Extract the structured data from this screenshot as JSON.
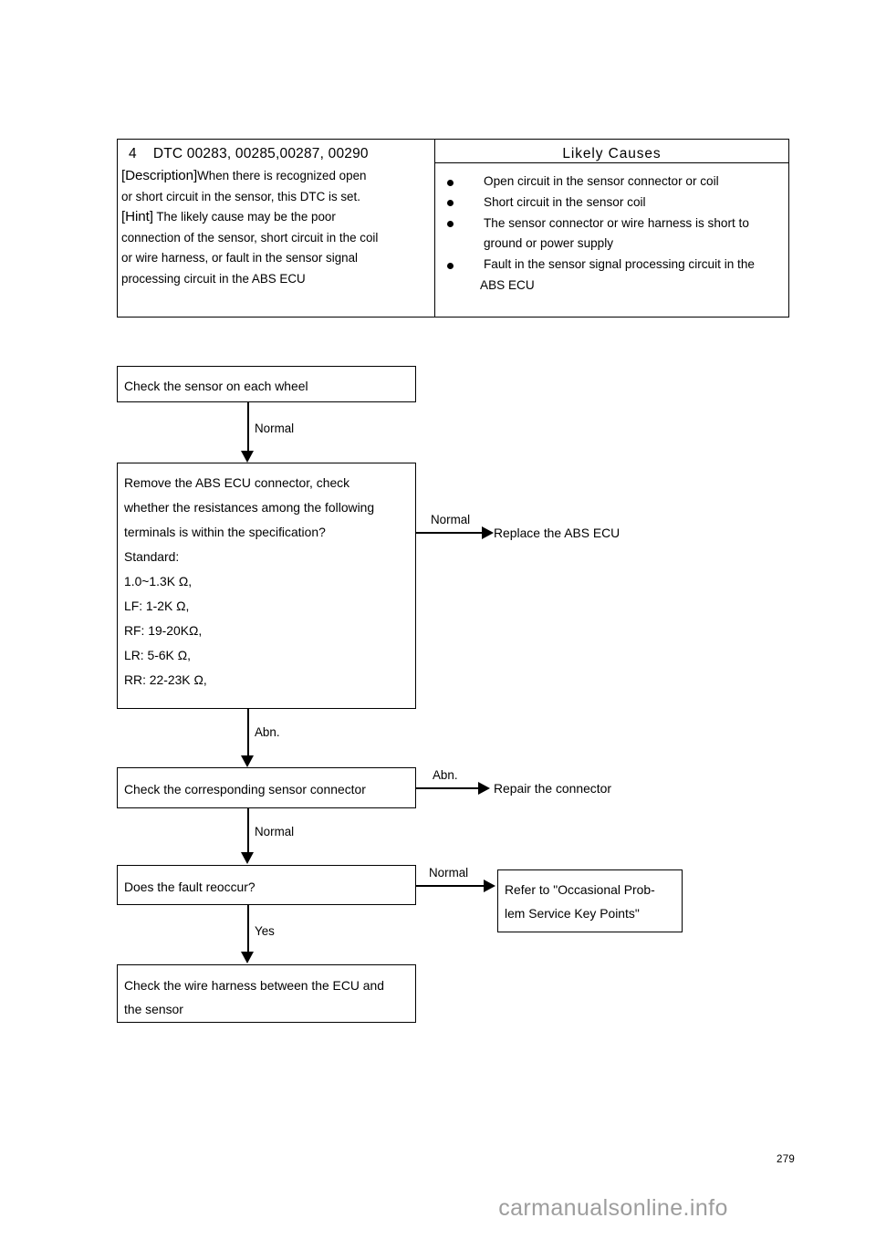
{
  "document": {
    "page_number": "279",
    "watermark": "carmanualsonline.info"
  },
  "dtc_table": {
    "header": {
      "item_number": "4",
      "dtc_codes": "DTC 00283, 00285,00287, 00290",
      "right_title": "Likely Causes"
    },
    "description": {
      "label": "[Description]",
      "line1": "When there is recognized open",
      "line2": "or short circuit in the sensor, this DTC is set."
    },
    "hint": {
      "label": "[Hint]",
      "line1": " The likely cause may be the poor",
      "line2": "connection of the sensor, short circuit in the coil",
      "line3": "or wire harness, or fault in the sensor signal",
      "line4": "processing circuit in the ABS ECU"
    },
    "causes": [
      {
        "text": "Open circuit in the sensor connector or coil"
      },
      {
        "text": "Short circuit in the sensor coil"
      },
      {
        "text": "The sensor connector or wire harness is short to",
        "cont": "ground or power supply"
      },
      {
        "text": "Fault in the sensor signal processing circuit in the",
        "cont": "ABS ECU"
      }
    ]
  },
  "flowchart": {
    "step1": {
      "text": "Check the sensor on each wheel"
    },
    "edge1_label": "Normal",
    "step2": {
      "line1": "Remove the ABS ECU connector, check",
      "line2": "whether the resistances among the following",
      "line3": "terminals is within the specification?",
      "line4": "Standard:",
      "spec1": "1.0~1.3K ",
      "spec1_unit": "Ω,",
      "spec2": "LF: 1-2K ",
      "spec2_unit": "Ω,",
      "spec3": "RF: 19-20K",
      "spec3_unit": "Ω,",
      "spec4": "LR: 5-6K ",
      "spec4_unit": "Ω,",
      "spec5": "RR: 22-23K ",
      "spec5_unit": "Ω,"
    },
    "step2_branch_label": "Normal",
    "step2_branch_result": "Replace the ABS ECU",
    "edge2_label": "Abn.",
    "step3": {
      "text": "Check the corresponding sensor connector"
    },
    "step3_branch_label": "Abn.",
    "step3_branch_result": "Repair the connector",
    "edge3_label": "Normal",
    "step4": {
      "text": "Does the fault reoccur?"
    },
    "step4_branch_label": "Normal",
    "step4_branch_box": {
      "line1": "Refer to \"Occasional Prob-",
      "line2": "lem Service Key Points\""
    },
    "edge4_label": "Yes",
    "step5": {
      "line1": "Check the wire harness between the ECU and",
      "line2": "the sensor"
    }
  }
}
